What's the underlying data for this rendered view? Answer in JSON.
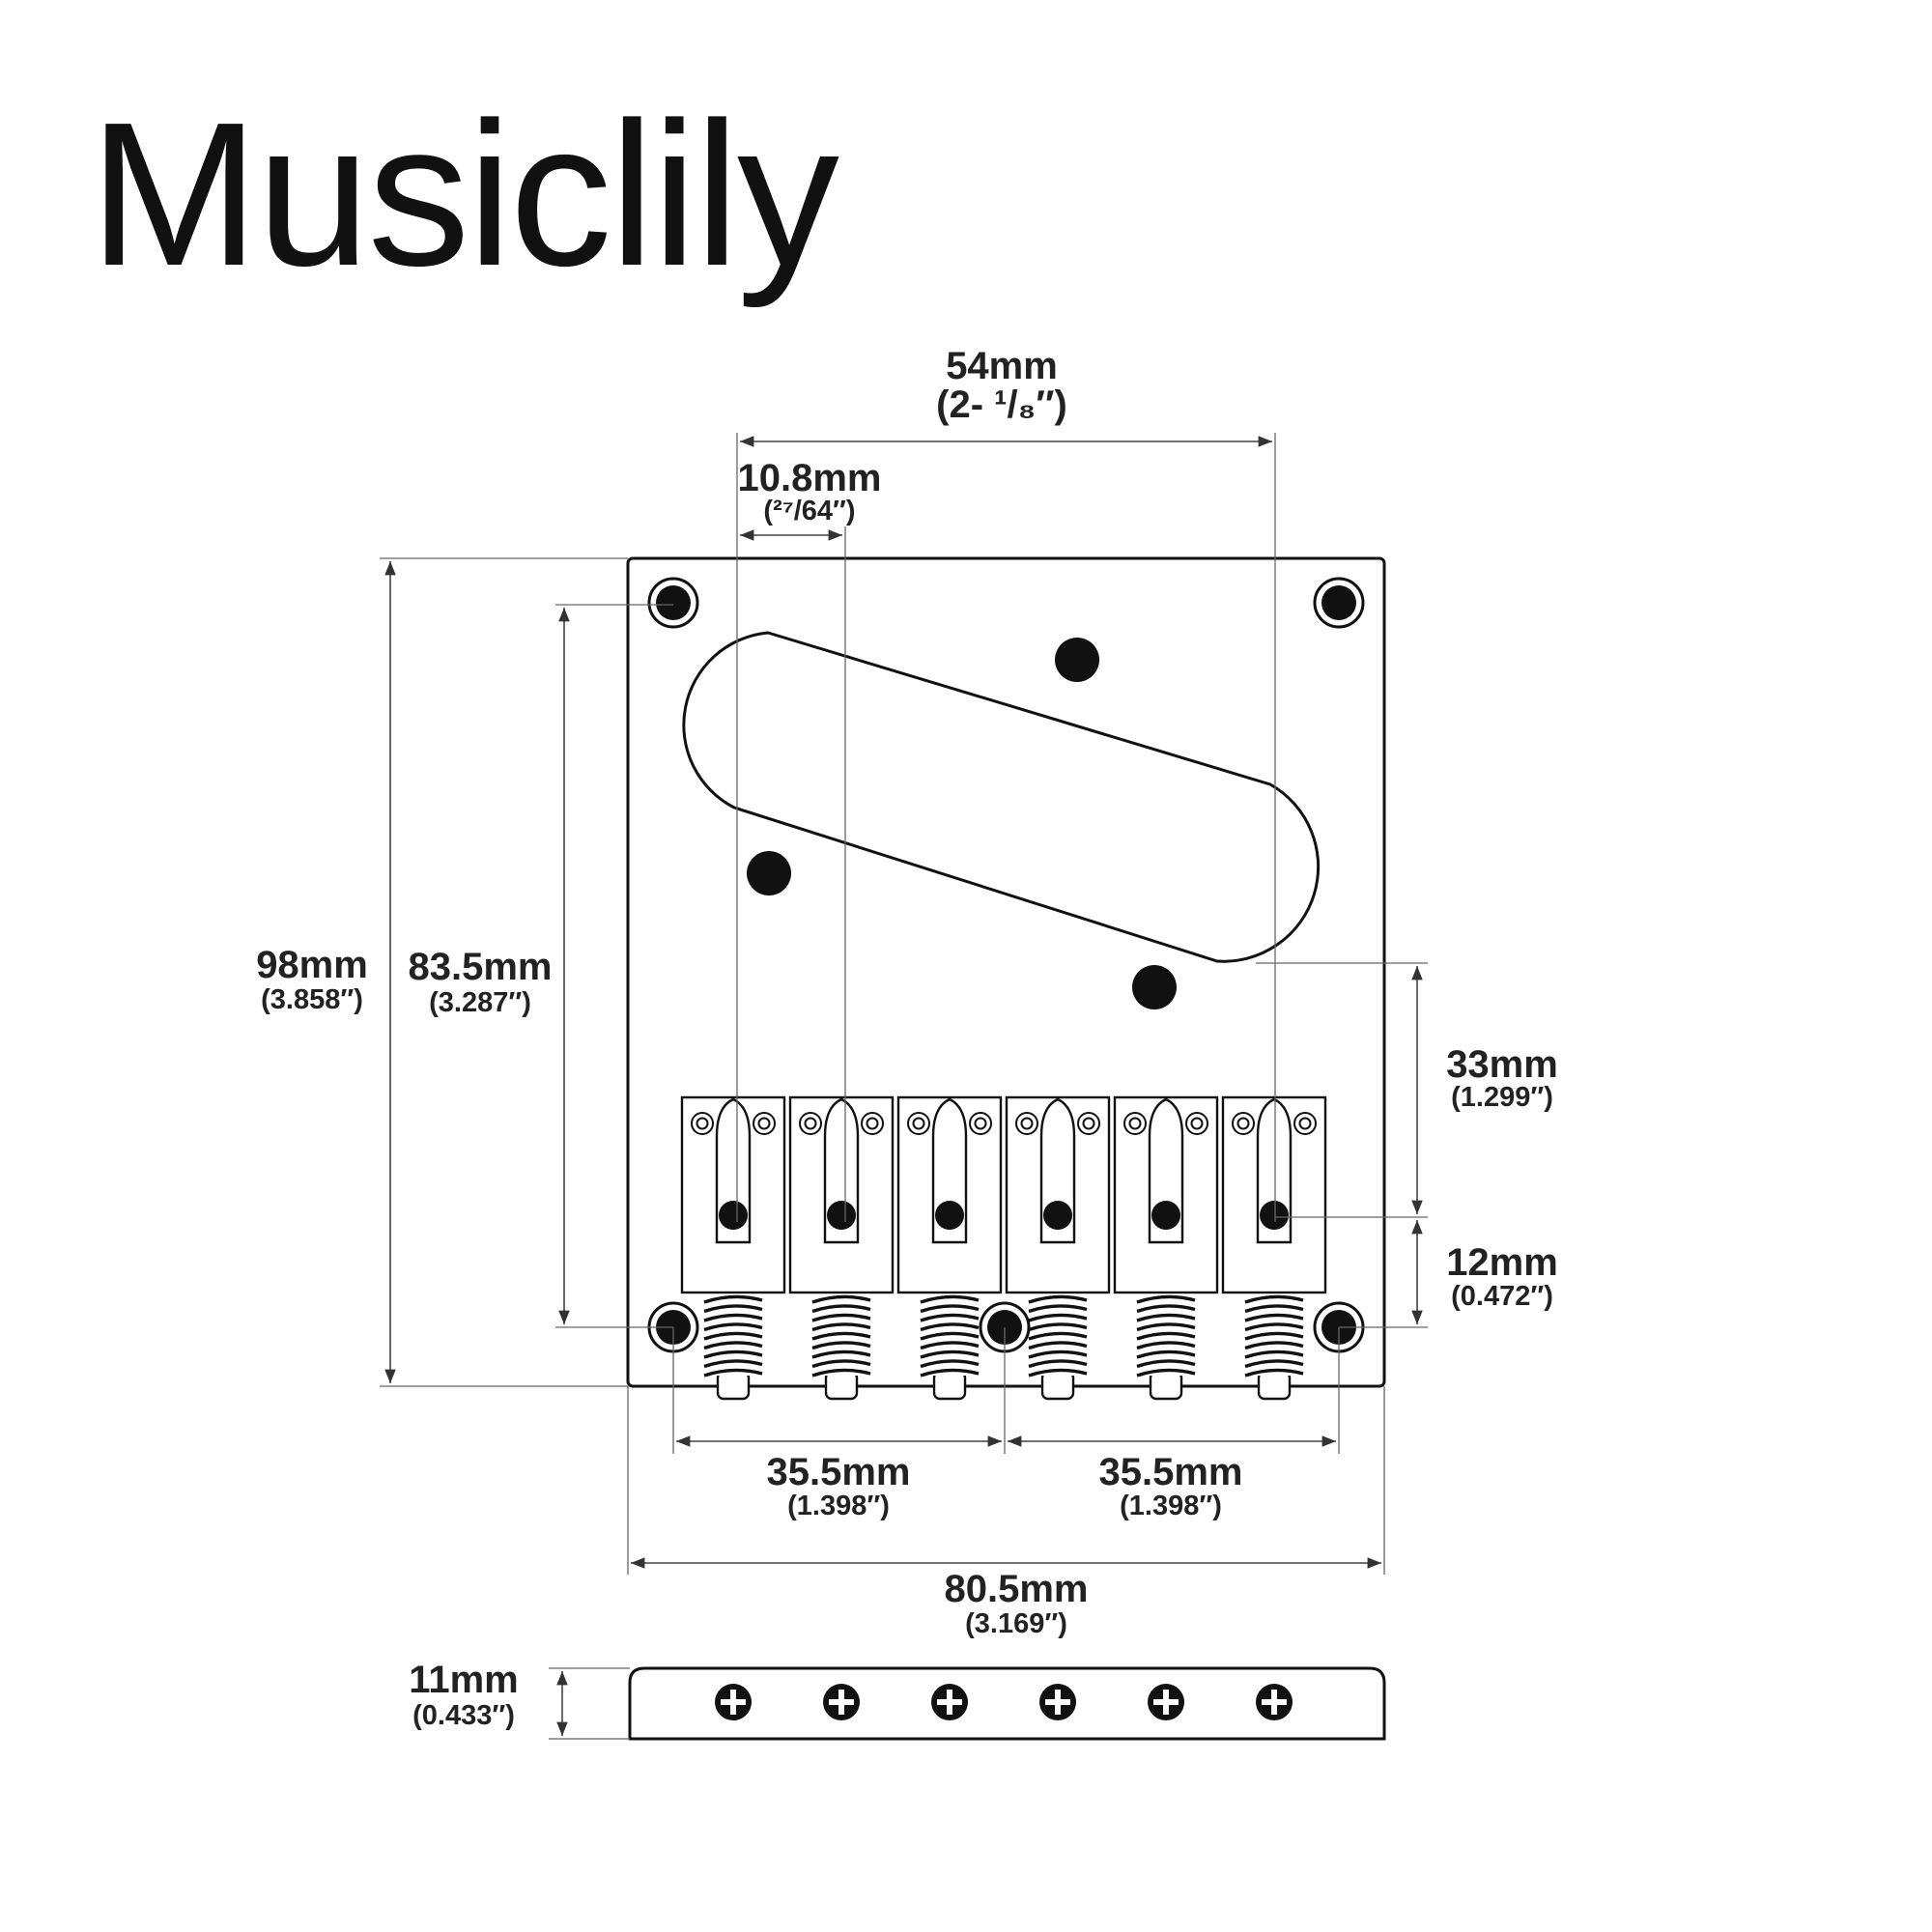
{
  "brand": {
    "name": "Musiclily"
  },
  "dimensions": {
    "string_spread": {
      "mm": "54mm",
      "inch": "(2- ¹/₈″)"
    },
    "string_spacing": {
      "mm": "10.8mm",
      "inch": "(²⁷/64″)"
    },
    "plate_length": {
      "mm": "98mm",
      "inch": "(3.858″)"
    },
    "mount_hole_span": {
      "mm": "83.5mm",
      "inch": "(3.287″)"
    },
    "pickup_to_saddle": {
      "mm": "33mm",
      "inch": "(1.299″)"
    },
    "saddle_to_hole": {
      "mm": "12mm",
      "inch": "(0.472″)"
    },
    "hole_spacing_left": {
      "mm": "35.5mm",
      "inch": "(1.398″)"
    },
    "hole_spacing_right": {
      "mm": "35.5mm",
      "inch": "(1.398″)"
    },
    "plate_width": {
      "mm": "80.5mm",
      "inch": "(3.169″)"
    },
    "plate_height": {
      "mm": "11mm",
      "inch": "(0.433″)"
    }
  },
  "colors": {
    "line": "#111111",
    "dimension": "#444444",
    "background": "#ffffff"
  }
}
